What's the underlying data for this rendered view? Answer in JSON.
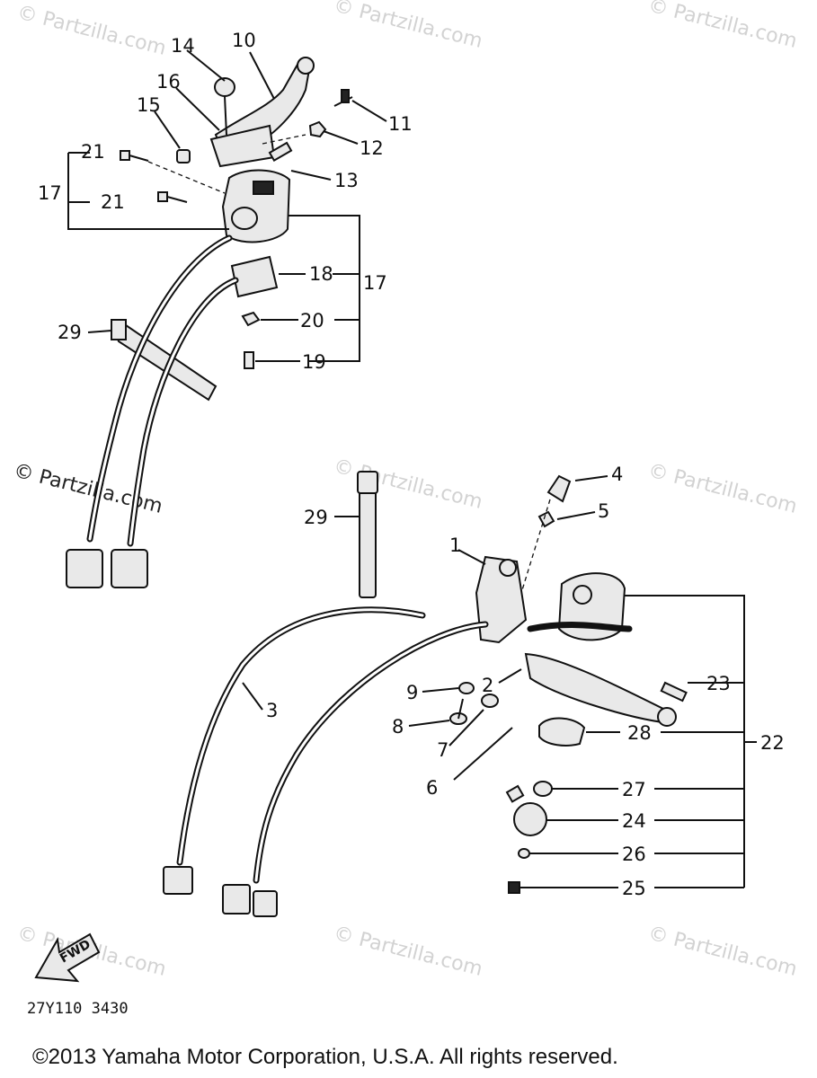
{
  "watermark": "© Partzilla.com",
  "diagram_code": "27Y110 3430",
  "fwd_label": "FWD",
  "copyright": "©2013  Yamaha Motor Corporation, U.S.A. All rights reserved.",
  "callouts": {
    "c1": "1",
    "c2": "2",
    "c3": "3",
    "c4": "4",
    "c5": "5",
    "c6": "6",
    "c7": "7",
    "c8": "8",
    "c9": "9",
    "c10": "10",
    "c11": "11",
    "c12": "12",
    "c13": "13",
    "c14": "14",
    "c15": "15",
    "c16": "16",
    "c17a": "17",
    "c17b": "17",
    "c18": "18",
    "c19": "19",
    "c20": "20",
    "c21a": "21",
    "c21b": "21",
    "c22": "22",
    "c23": "23",
    "c24": "24",
    "c25": "25",
    "c26": "26",
    "c27": "27",
    "c28": "28",
    "c29a": "29",
    "c29b": "29"
  }
}
